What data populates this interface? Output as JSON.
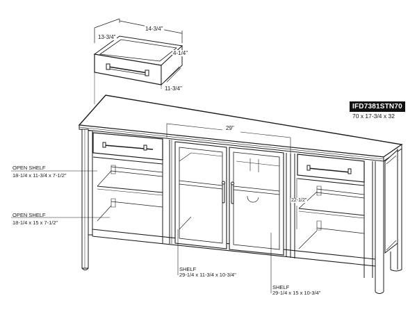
{
  "product": {
    "model_number": "IFD7381STN70",
    "overall_dimensions": "70 x 17-3/4 x 32"
  },
  "drawer_detail": {
    "width": "14-3/4\"",
    "depth": "13-3/4\"",
    "height": "4-1/4\"",
    "interior_depth": "11-3/4\""
  },
  "cabinet_dimensions": {
    "center_width": "29\"",
    "center_height": "22-1/2\""
  },
  "callouts": [
    {
      "title": "OPEN SHELF",
      "dims": "18-1/4 x 11-3/4 x 7-1/2\""
    },
    {
      "title": "OPEN SHELF",
      "dims": "18-1/4 x 15 x 7-1/2\""
    },
    {
      "title": "SHELF",
      "dims": "29-1/4 x 11-3/4 x 10-3/4\""
    },
    {
      "title": "SHELF",
      "dims": "29-1/4 x 15 x 10-3/4\""
    }
  ],
  "colors": {
    "line": "#1a1a1a",
    "background": "#ffffff",
    "label_bg": "#111111",
    "label_text": "#ffffff"
  }
}
